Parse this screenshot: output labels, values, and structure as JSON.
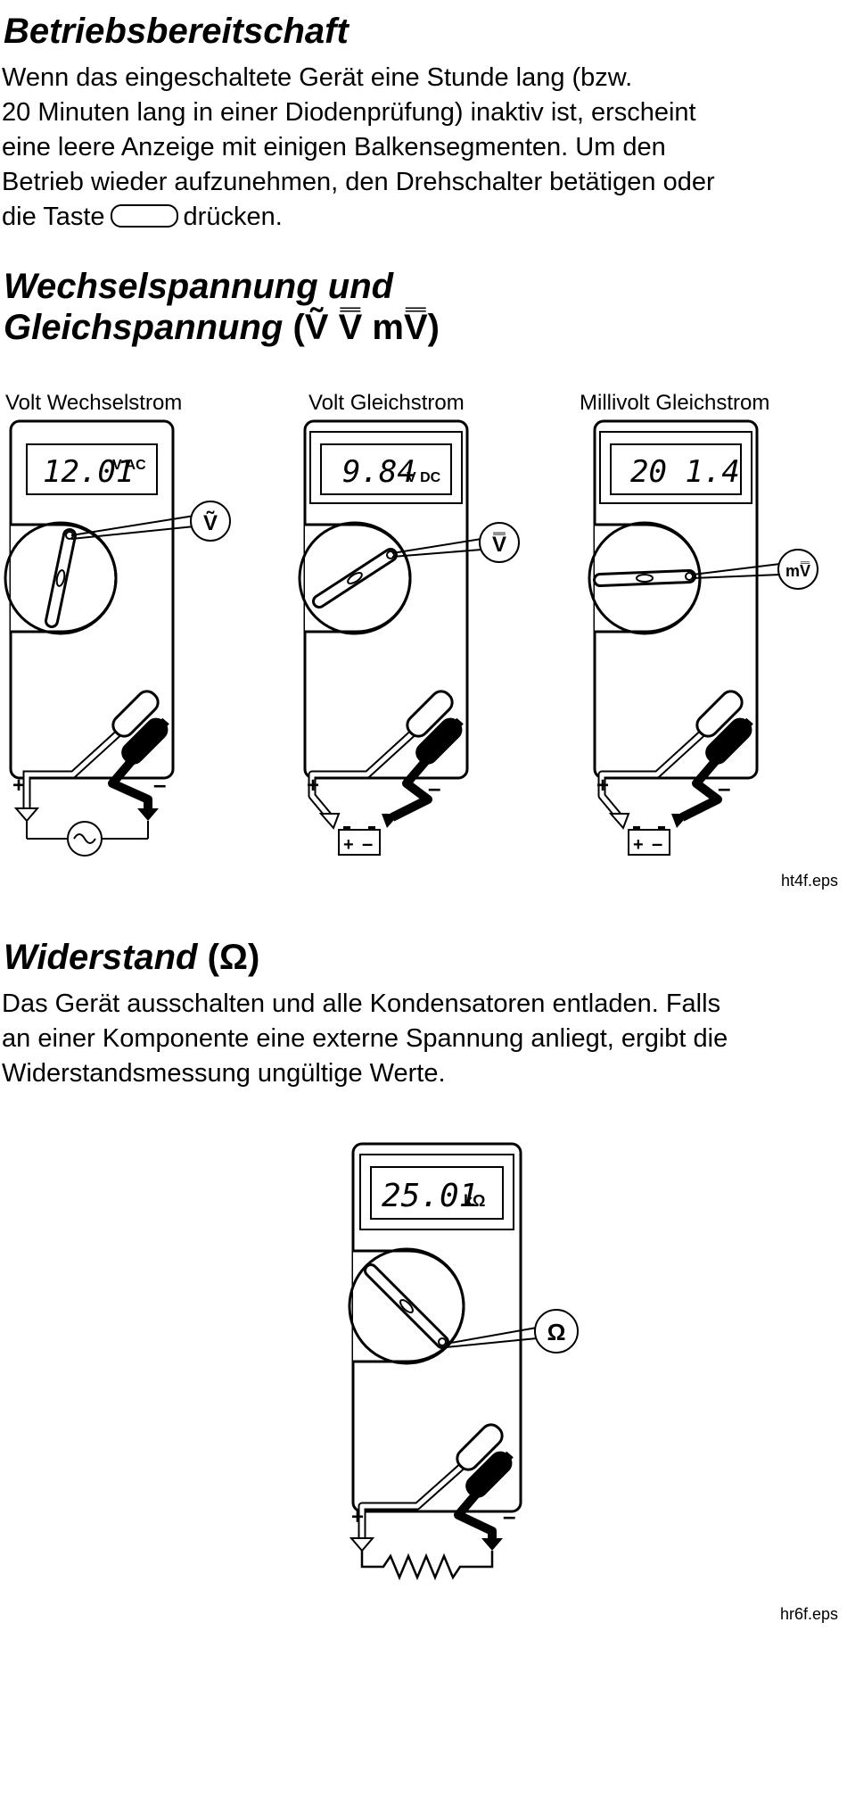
{
  "standby": {
    "heading": "Betriebsbereitschaft",
    "para_lines": [
      "Wenn das eingeschaltete Gerät eine Stunde lang (bzw.",
      "20 Minuten lang in einer Diodenprüfung) inaktiv ist, erscheint",
      "eine leere Anzeige mit einigen Balkensegmenten. Um den",
      "Betrieb wieder aufzunehmen, den Drehschalter betätigen oder"
    ],
    "last_line_before": "die Taste",
    "last_line_after": "drücken."
  },
  "voltage": {
    "heading_line1": "Wechselspannung und",
    "heading_line2": "Gleichspannung",
    "heading_symbols": "(Ṽ V̿ mV̿)",
    "meters": [
      {
        "caption": "Volt Wechselstrom",
        "reading": "12.01",
        "unit": "V AC",
        "dial": "Ṽ",
        "plus": "+",
        "minus": "–"
      },
      {
        "caption": "Volt Gleichstrom",
        "reading": "9.84",
        "unit": "V DC",
        "dial": "V̿",
        "plus": "+",
        "minus": "–"
      },
      {
        "caption": "Millivolt Gleichstrom",
        "reading": "20 1.4",
        "unit": "",
        "dial": "mV̿",
        "plus": "+",
        "minus": "–"
      }
    ],
    "figure_id": "ht4f.eps"
  },
  "resistance": {
    "heading": "Widerstand",
    "heading_symbol": "(Ω)",
    "para_lines": [
      "Das Gerät ausschalten und alle Kondensatoren entladen. Falls",
      "an einer Komponente eine externe Spannung anliegt, ergibt die",
      "Widerstandsmessung ungültige Werte."
    ],
    "meter": {
      "reading": "25.01",
      "unit": "kΩ",
      "dial": "Ω",
      "plus": "+",
      "minus": "–"
    },
    "figure_id": "hr6f.eps"
  },
  "battery_signs": {
    "plus": "+",
    "minus": "–"
  }
}
